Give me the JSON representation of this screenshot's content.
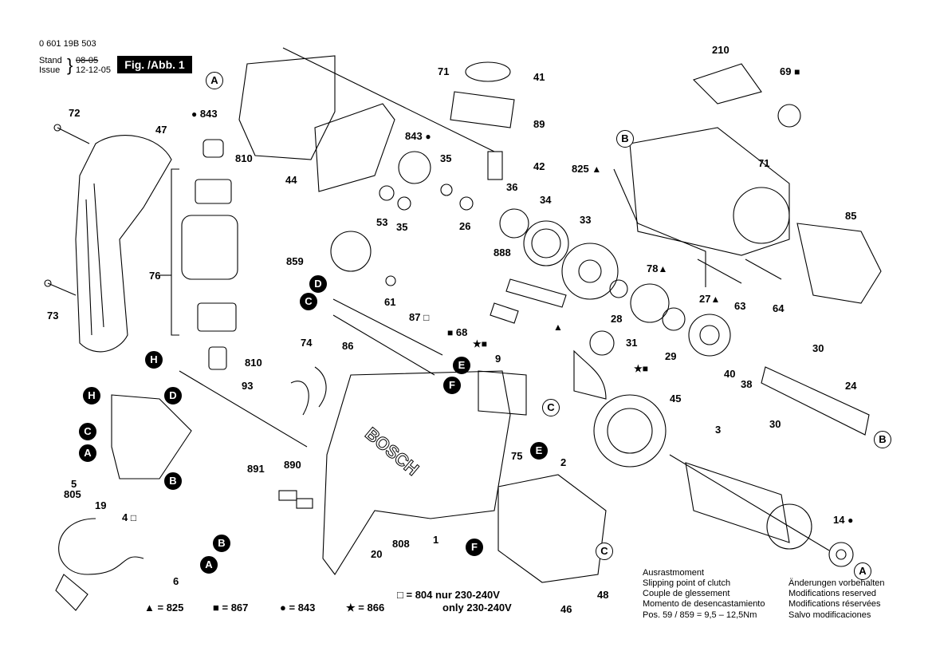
{
  "header": {
    "doc_number": "0 601 19B 503",
    "stand_label": "Stand",
    "issue_label": "Issue",
    "stand_date": "08-05",
    "issue_date": "12-12-05",
    "figure_label": "Fig. /Abb. 1"
  },
  "ref_letters": {
    "A": "A",
    "B": "B",
    "C": "C",
    "D": "D",
    "E": "E",
    "F": "F",
    "H": "H"
  },
  "part_labels": {
    "p210": "210",
    "p69": "69",
    "p41": "41",
    "p71a": "71",
    "p89": "89",
    "p72": "72",
    "p47": "47",
    "p843a": "843",
    "p843b": "843",
    "p35a": "35",
    "p42": "42",
    "p810a": "810",
    "p44": "44",
    "p36": "36",
    "p825": "825",
    "p71b": "71",
    "p34": "34",
    "p26": "26",
    "p53": "53",
    "p35b": "35",
    "p33": "33",
    "p85": "85",
    "p888": "888",
    "p859": "859",
    "p76": "76",
    "p78": "78",
    "p61": "61",
    "p27": "27",
    "p63": "63",
    "p64": "64",
    "p87": "87",
    "p73": "73",
    "p68": "68",
    "p28": "28",
    "p86": "86",
    "p74": "74",
    "p31": "31",
    "p29": "29",
    "p30a": "30",
    "p810b": "810",
    "p9": "9",
    "p40": "40",
    "p38": "38",
    "p24": "24",
    "p93": "93",
    "p45": "45",
    "p30b": "30",
    "p3": "3",
    "p75": "75",
    "p2": "2",
    "p891": "891",
    "p890": "890",
    "p5": "5",
    "p805": "805",
    "p19": "19",
    "p4": "4",
    "p14": "14",
    "p808": "808",
    "p1": "1",
    "p20": "20",
    "p6": "6",
    "p48": "48",
    "p46": "46"
  },
  "legend": {
    "triangle": "= 825",
    "square": "= 867",
    "dot": "= 843",
    "star": "= 866",
    "box_note_line1": "= 804 nur 230-240V",
    "box_note_line2": "only 230-240V"
  },
  "clutch_note": {
    "line1": "Ausrastmoment",
    "line2": "Slipping point of clutch",
    "line3": "Couple de glessement",
    "line4": "Momento de desencastamiento",
    "line5": "Pos.  59 / 859  =  9,5 – 12,5Nm"
  },
  "changes_note": {
    "line1": "Änderungen vorbehalten",
    "line2": "Modifications reserved",
    "line3": "Modifications réservées",
    "line4": "Salvo modificaciones"
  }
}
